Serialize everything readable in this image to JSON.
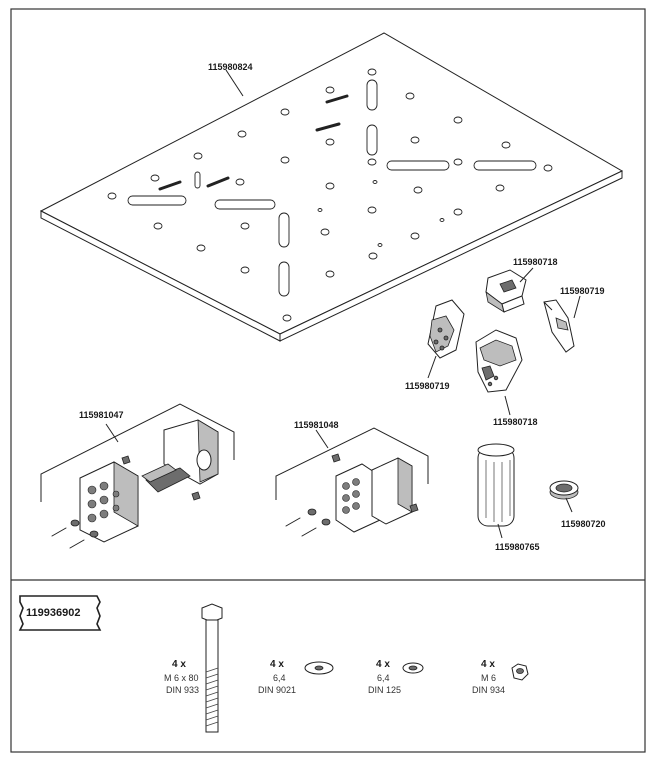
{
  "labels": {
    "plate": "115980824",
    "corner_top": "115980718",
    "corner_right": "115980719",
    "corner_left": "115980719",
    "corner_bottom": "115980718",
    "bracket_left": "115981047",
    "bracket_mid": "115981048",
    "grip": "115980765",
    "cap": "115980720"
  },
  "kit": {
    "badge": "119936902",
    "items": [
      {
        "count": "4 x",
        "spec1": "M 6 x 80",
        "spec2": "DIN 933"
      },
      {
        "count": "4 x",
        "spec1": "6,4",
        "spec2": "DIN 9021"
      },
      {
        "count": "4 x",
        "spec1": "6,4",
        "spec2": "DIN 125"
      },
      {
        "count": "4 x",
        "spec1": "M 6",
        "spec2": "DIN 934"
      }
    ]
  }
}
